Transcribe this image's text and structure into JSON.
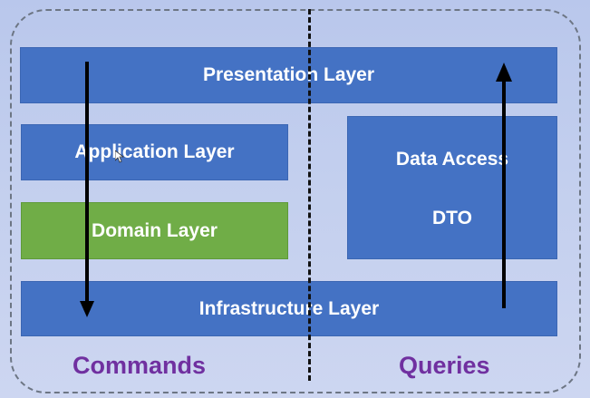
{
  "diagram": {
    "presentation_label": "Presentation Layer",
    "application_label": "Application Layer",
    "domain_label": "Domain Layer",
    "infrastructure_label": "Infrastructure Layer",
    "data_access_label": "Data Access",
    "dto_label": "DTO",
    "commands_label": "Commands",
    "queries_label": "Queries"
  },
  "colors": {
    "layer_blue": "#4472c4",
    "domain_green": "#70ad47",
    "label_purple": "#7030a0",
    "background": "#c3cfee"
  }
}
